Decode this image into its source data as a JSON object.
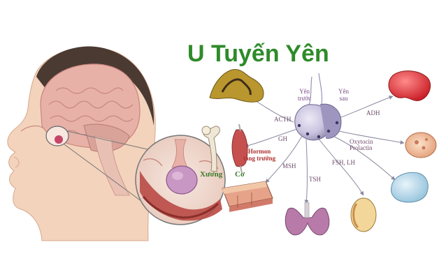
{
  "title": "U Tuyến Yên",
  "gland_labels": {
    "anterior_line1": "Yên",
    "anterior_line2": "trước",
    "posterior_line1": "Yên",
    "posterior_line2": "sau"
  },
  "hormones": {
    "acth": "ACTH",
    "gh": "GH",
    "msh": "MSH",
    "tsh": "TSH",
    "fsh_lh": "FSH, LH",
    "oxytocin": "Oxytocin",
    "prolactin": "Prolactin",
    "adh": "ADH"
  },
  "targets": {
    "bone": "Xương",
    "muscle": "Cơ",
    "growth_hormone_line1": "Hormon",
    "growth_hormone_line2": "tăng trưởng"
  },
  "colors": {
    "title": "#2e8b2a",
    "arrow": "#8a8aa0",
    "gland": "#c9c3df",
    "brain": "#e7b1a8",
    "skin": "#f3d3bc"
  }
}
